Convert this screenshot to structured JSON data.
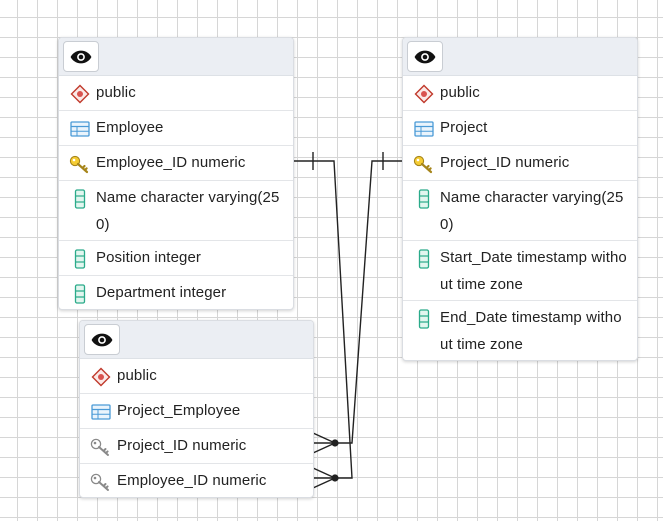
{
  "tables": [
    {
      "id": "employee",
      "rows": [
        {
          "icon": "schema-icon",
          "text": "public"
        },
        {
          "icon": "table-icon",
          "text": "Employee"
        },
        {
          "icon": "primary-key-icon",
          "text": "Employee_ID numeric"
        },
        {
          "icon": "column-icon",
          "text": "Name character varying(250)"
        },
        {
          "icon": "column-icon",
          "text": "Position integer"
        },
        {
          "icon": "column-icon",
          "text": "Department integer"
        }
      ]
    },
    {
      "id": "project",
      "rows": [
        {
          "icon": "schema-icon",
          "text": "public"
        },
        {
          "icon": "table-icon",
          "text": "Project"
        },
        {
          "icon": "primary-key-icon",
          "text": "Project_ID numeric"
        },
        {
          "icon": "column-icon",
          "text": "Name character varying(250)"
        },
        {
          "icon": "column-icon",
          "text": "Start_Date timestamp without time zone"
        },
        {
          "icon": "column-icon",
          "text": "End_Date timestamp without time zone"
        }
      ]
    },
    {
      "id": "project_employee",
      "rows": [
        {
          "icon": "schema-icon",
          "text": "public"
        },
        {
          "icon": "table-icon",
          "text": "Project_Employee"
        },
        {
          "icon": "foreign-key-icon",
          "text": "Project_ID numeric"
        },
        {
          "icon": "foreign-key-icon",
          "text": "Employee_ID numeric"
        }
      ]
    }
  ],
  "icon_names": [
    "eye-icon",
    "schema-icon",
    "table-icon",
    "primary-key-icon",
    "foreign-key-icon",
    "column-icon"
  ],
  "colors": {
    "primary_key": "#c9a227",
    "foreign_key": "#8a8a8a",
    "column": "#2bab8a",
    "table": "#4a9ad6",
    "schema": "#c0392b",
    "relation_line": "#222222",
    "header_bg": "#ebeef3"
  }
}
